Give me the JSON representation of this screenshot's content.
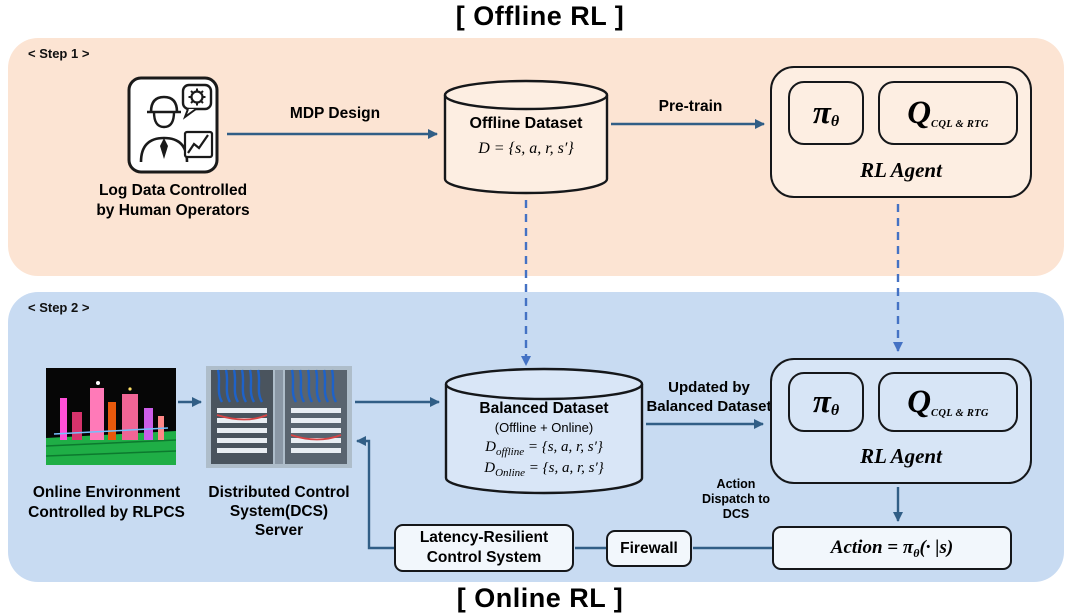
{
  "titles": {
    "offline": "[ Offline RL ]",
    "online": "[ Online RL ]"
  },
  "colors": {
    "step1_bg": "#fce4d3",
    "step2_bg": "#c8dbf2",
    "solid_arrow": "#315e86",
    "dashed_arrow": "#4472c4",
    "box_border": "#15171a"
  },
  "icons": {
    "operator": "human-operator-icon",
    "environment": "online-environment-image",
    "dcs_server": "dcs-server-image"
  },
  "step1": {
    "label": "< Step 1 >",
    "operator_caption": [
      "Log Data Controlled",
      "by Human Operators"
    ],
    "mdp_arrow_label": "MDP Design",
    "dataset": {
      "title": "Offline Dataset",
      "formula": "D = {s, a, r, s′}"
    },
    "pretrain_arrow_label": "Pre-train",
    "agent": {
      "pi": "π",
      "pi_sub": "θ",
      "q": "Q",
      "q_sub": "CQL & RTG",
      "label": "RL Agent"
    }
  },
  "step2": {
    "label": "< Step 2 >",
    "env_caption": [
      "Online Environment",
      "Controlled by RLPCS"
    ],
    "dcs_caption": [
      "Distributed Control",
      "System(DCS)",
      "Server"
    ],
    "dataset": {
      "title": "Balanced Dataset",
      "subtitle": "(Offline + Online)",
      "offline_formula": {
        "base": "D",
        "sub": "offline",
        "rest": " = {s, a, r, s′}"
      },
      "online_formula": {
        "base": "D",
        "sub": "Online",
        "rest": " = {s, a, r, s′}"
      }
    },
    "updated_arrow_label": [
      "Updated by",
      "Balanced Dataset"
    ],
    "agent": {
      "pi": "π",
      "pi_sub": "θ",
      "q": "Q",
      "q_sub": "CQL & RTG",
      "label": "RL Agent"
    },
    "latency_box": [
      "Latency-Resilient",
      "Control System"
    ],
    "firewall_box": "Firewall",
    "action_dispatch_label": [
      "Action",
      "Dispatch to",
      "DCS"
    ],
    "action_box": {
      "pre": "Action = π",
      "sub": "θ",
      "post": "(· |s)"
    }
  }
}
